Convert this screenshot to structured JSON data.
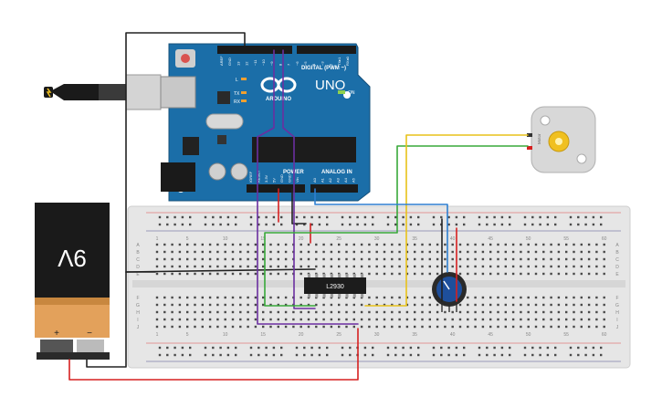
{
  "arduino": {
    "brand": "ARDUINO",
    "model": "UNO",
    "digital_label": "DIGITAL (PWM ~)",
    "on_label": "ON",
    "power_label": "POWER",
    "analog_label": "ANALOG IN",
    "tx_label": "TX",
    "rx_label": "RX",
    "l_label": "L",
    "top_pins": [
      "AREF",
      "GND",
      "13",
      "12",
      "~11",
      "~10",
      "~9",
      "8",
      "7",
      "~6",
      "~5",
      "4",
      "~3",
      "2",
      "TX▸1",
      "RX◂0"
    ],
    "power_pins": [
      "IOREF",
      "RESET",
      "3.3V",
      "5V",
      "GND",
      "GND",
      "Vin"
    ],
    "analog_pins": [
      "A0",
      "A1",
      "A2",
      "A3",
      "A4",
      "A5"
    ],
    "board_color": "#1b6ea8"
  },
  "battery": {
    "label": "9V",
    "plus": "+",
    "minus": "−"
  },
  "chip": {
    "label": "L2930"
  },
  "breadboard": {
    "row_letters_top": [
      "A",
      "B",
      "C",
      "D",
      "E"
    ],
    "row_letters_bottom": [
      "F",
      "G",
      "H",
      "I",
      "J"
    ],
    "column_numbers": [
      "1",
      "5",
      "10",
      "15",
      "20",
      "25",
      "30",
      "35",
      "40",
      "45",
      "50",
      "55",
      "60"
    ]
  },
  "motor": {
    "label": "Motor"
  },
  "colors": {
    "wire_red": "#d62020",
    "wire_black": "#222222",
    "wire_green": "#38a83a",
    "wire_yellow": "#e8c21a",
    "wire_blue": "#2e7fd0",
    "wire_purple": "#6b2fa0",
    "breadboard": "#e6e6e6",
    "battery_orange": "#e3a15b"
  }
}
